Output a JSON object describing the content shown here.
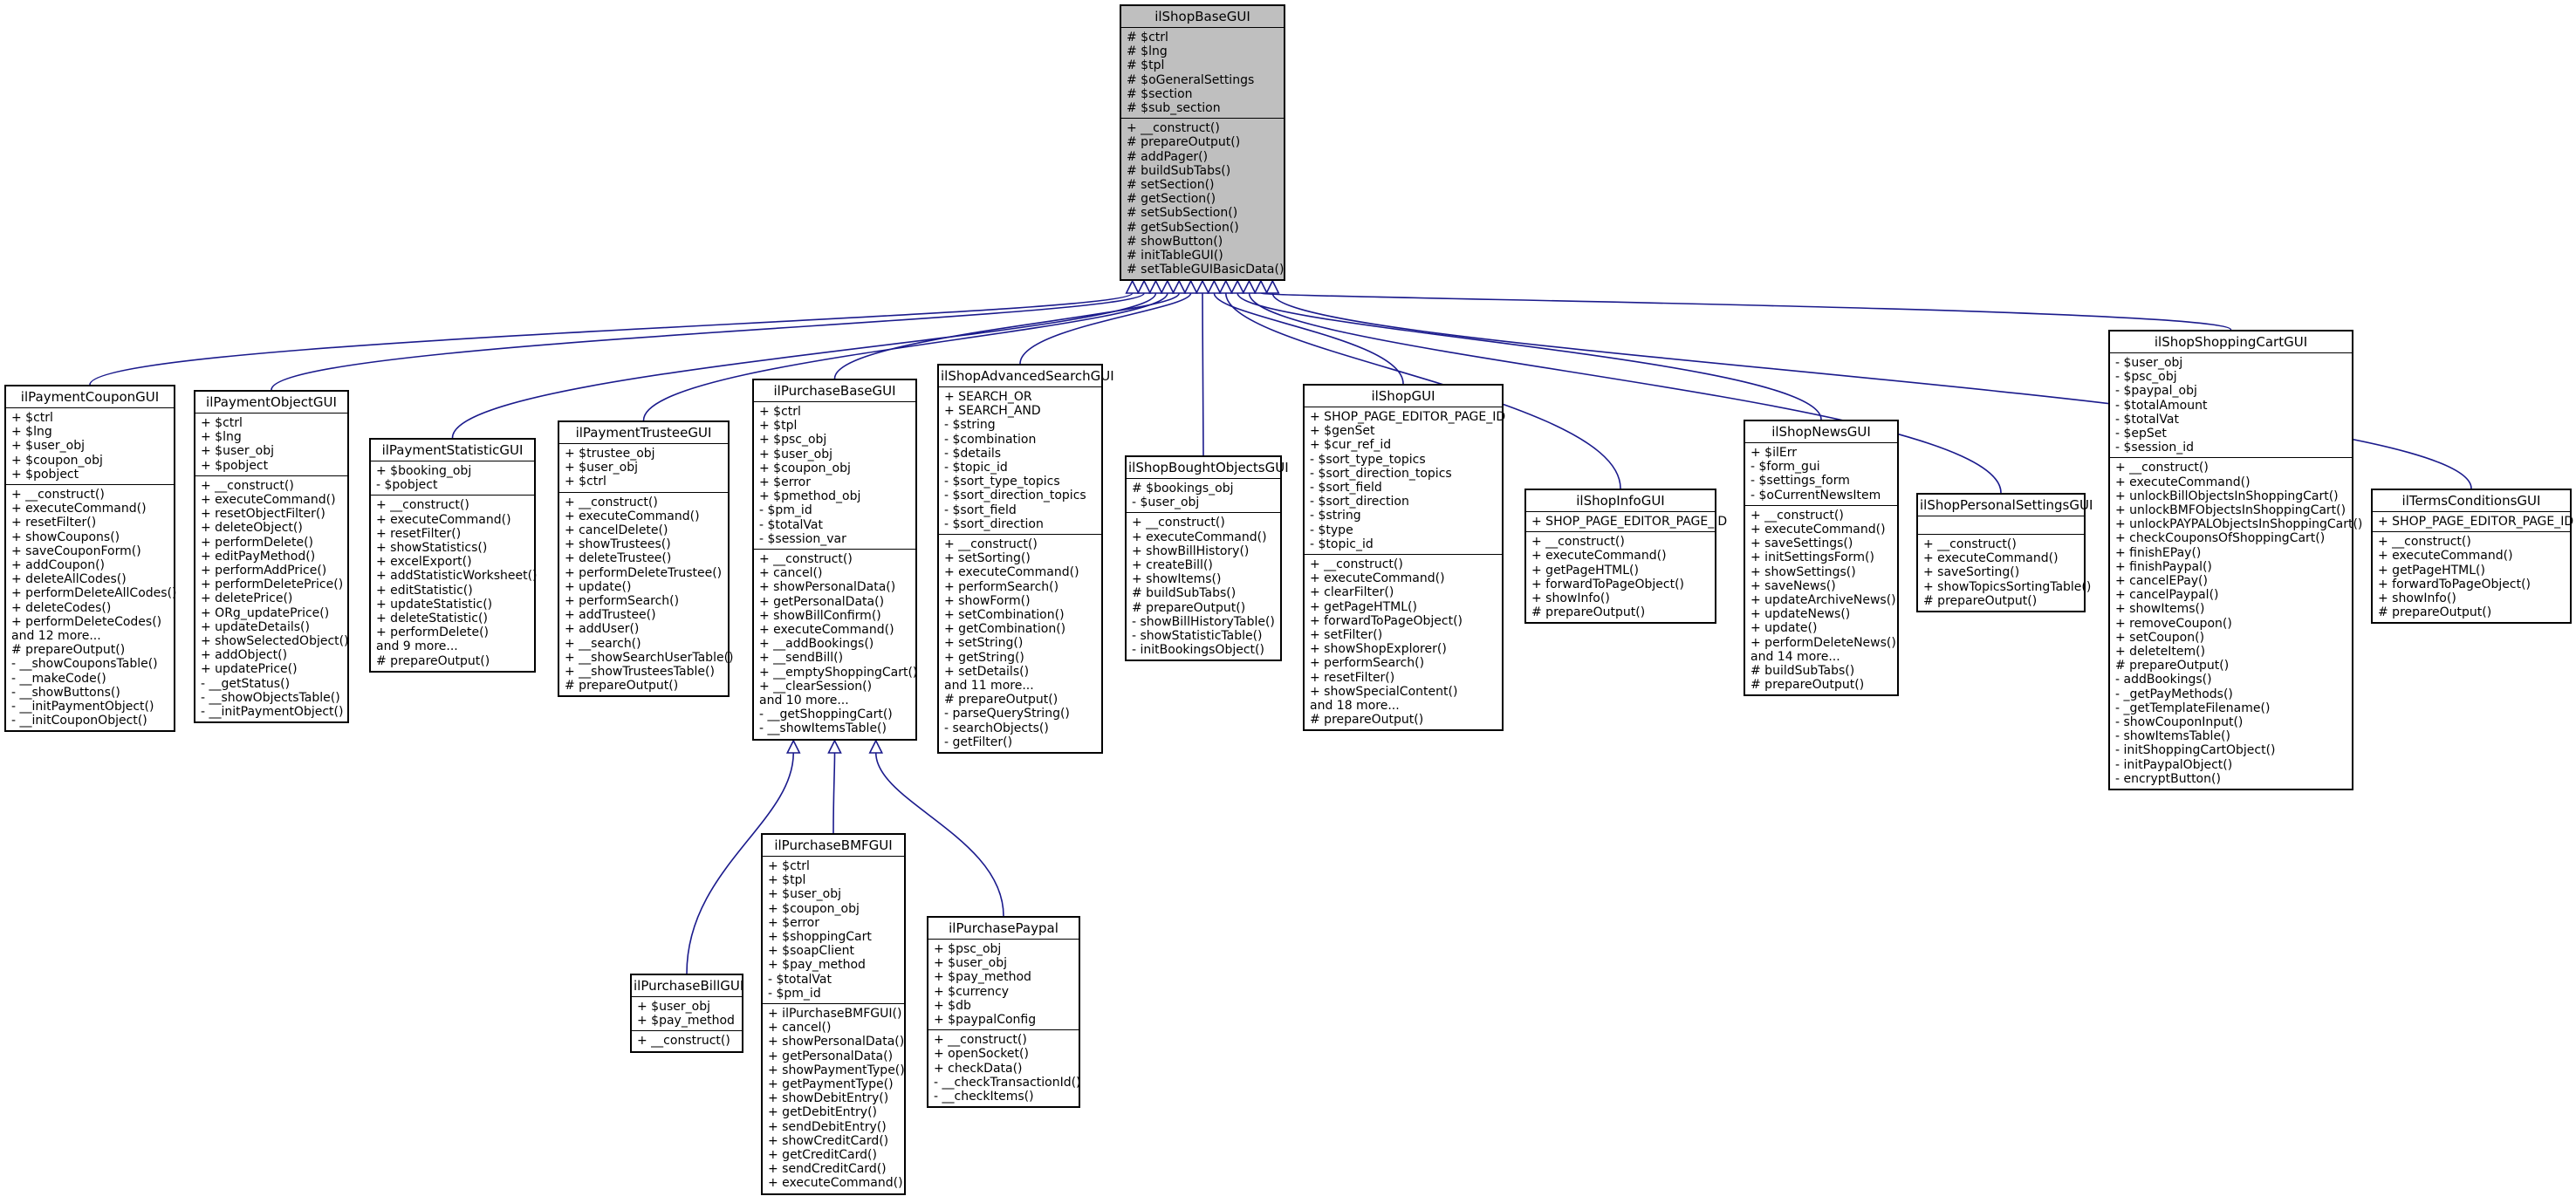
{
  "base": {
    "name": "ilShopBaseGUI",
    "attributes": [
      "# $ctrl",
      "# $lng",
      "# $tpl",
      "# $oGeneralSettings",
      "# $section",
      "# $sub_section"
    ],
    "methods": [
      "+ __construct()",
      "# prepareOutput()",
      "# addPager()",
      "# buildSubTabs()",
      "# setSection()",
      "# getSection()",
      "# setSubSection()",
      "# getSubSection()",
      "# showButton()",
      "# initTableGUI()",
      "# setTableGUIBasicData()"
    ]
  },
  "classes": [
    {
      "id": "paymentCoupon",
      "name": "ilPaymentCouponGUI",
      "parent": "base",
      "attributes": [
        "+ $ctrl",
        "+ $lng",
        "+ $user_obj",
        "+ $coupon_obj",
        "+ $pobject"
      ],
      "methods": [
        "+ __construct()",
        "+ executeCommand()",
        "+ resetFilter()",
        "+ showCoupons()",
        "+ saveCouponForm()",
        "+ addCoupon()",
        "+ deleteAllCodes()",
        "+ performDeleteAllCodes()",
        "+ deleteCodes()",
        "+ performDeleteCodes()",
        "and 12 more...",
        "# prepareOutput()",
        "- __showCouponsTable()",
        "- __makeCode()",
        "- __showButtons()",
        "- __initPaymentObject()",
        "- __initCouponObject()"
      ]
    },
    {
      "id": "paymentObject",
      "name": "ilPaymentObjectGUI",
      "parent": "base",
      "attributes": [
        "+ $ctrl",
        "+ $lng",
        "+ $user_obj",
        "+ $pobject"
      ],
      "methods": [
        "+ __construct()",
        "+ executeCommand()",
        "+ resetObjectFilter()",
        "+ deleteObject()",
        "+ performDelete()",
        "+ editPayMethod()",
        "+ performAddPrice()",
        "+ performDeletePrice()",
        "+ deletePrice()",
        "+ ORg_updatePrice()",
        "+ updateDetails()",
        "+ showSelectedObject()",
        "+ addObject()",
        "+ updatePrice()",
        "- __getStatus()",
        "- __showObjectsTable()",
        "- __initPaymentObject()"
      ]
    },
    {
      "id": "paymentStatistic",
      "name": "ilPaymentStatisticGUI",
      "parent": "base",
      "attributes": [
        "+ $booking_obj",
        "- $pobject"
      ],
      "methods": [
        "+ __construct()",
        "+ executeCommand()",
        "+ resetFilter()",
        "+ showStatistics()",
        "+ excelExport()",
        "+ addStatisticWorksheet()",
        "+ editStatistic()",
        "+ updateStatistic()",
        "+ deleteStatistic()",
        "+ performDelete()",
        "and 9 more...",
        "# prepareOutput()"
      ]
    },
    {
      "id": "paymentTrustee",
      "name": "ilPaymentTrusteeGUI",
      "parent": "base",
      "attributes": [
        "+ $trustee_obj",
        "+ $user_obj",
        "+ $ctrl"
      ],
      "methods": [
        "+ __construct()",
        "+ executeCommand()",
        "+ cancelDelete()",
        "+ showTrustees()",
        "+ deleteTrustee()",
        "+ performDeleteTrustee()",
        "+ update()",
        "+ performSearch()",
        "+ addTrustee()",
        "+ addUser()",
        "+ __search()",
        "+ __showSearchUserTable()",
        "+ __showTrusteesTable()",
        "# prepareOutput()"
      ]
    },
    {
      "id": "purchaseBase",
      "name": "ilPurchaseBaseGUI",
      "parent": "base",
      "attributes": [
        "+ $ctrl",
        "+ $tpl",
        "+ $psc_obj",
        "+ $user_obj",
        "+ $coupon_obj",
        "+ $error",
        "+ $pmethod_obj",
        "- $pm_id",
        "- $totalVat",
        "- $session_var"
      ],
      "methods": [
        "+ __construct()",
        "+ cancel()",
        "+ showPersonalData()",
        "+ getPersonalData()",
        "+ showBillConfirm()",
        "+ executeCommand()",
        "+ __addBookings()",
        "+ __sendBill()",
        "+ __emptyShoppingCart()",
        "+ __clearSession()",
        "and 10 more...",
        "- __getShoppingCart()",
        "- __showItemsTable()"
      ]
    },
    {
      "id": "advancedSearch",
      "name": "ilShopAdvancedSearchGUI",
      "parent": "base",
      "attributes": [
        "+ SEARCH_OR",
        "+ SEARCH_AND",
        "- $string",
        "- $combination",
        "- $details",
        "- $topic_id",
        "- $sort_type_topics",
        "- $sort_direction_topics",
        "- $sort_field",
        "- $sort_direction"
      ],
      "methods": [
        "+ __construct()",
        "+ setSorting()",
        "+ executeCommand()",
        "+ performSearch()",
        "+ showForm()",
        "+ setCombination()",
        "+ getCombination()",
        "+ setString()",
        "+ getString()",
        "+ setDetails()",
        "and 11 more...",
        "# prepareOutput()",
        "- parseQueryString()",
        "- searchObjects()",
        "- getFilter()"
      ]
    },
    {
      "id": "boughtObjects",
      "name": "ilShopBoughtObjectsGUI",
      "parent": "base",
      "attributes": [
        "# $bookings_obj",
        "- $user_obj"
      ],
      "methods": [
        "+ __construct()",
        "+ executeCommand()",
        "+ showBillHistory()",
        "+ createBill()",
        "+ showItems()",
        "# buildSubTabs()",
        "# prepareOutput()",
        "- showBillHistoryTable()",
        "- showStatisticTable()",
        "- initBookingsObject()"
      ]
    },
    {
      "id": "shop",
      "name": "ilShopGUI",
      "parent": "base",
      "attributes": [
        "+ SHOP_PAGE_EDITOR_PAGE_ID",
        "+ $genSet",
        "+ $cur_ref_id",
        "- $sort_type_topics",
        "- $sort_direction_topics",
        "- $sort_field",
        "- $sort_direction",
        "- $string",
        "- $type",
        "- $topic_id"
      ],
      "methods": [
        "+ __construct()",
        "+ executeCommand()",
        "+ clearFilter()",
        "+ getPageHTML()",
        "+ forwardToPageObject()",
        "+ setFilter()",
        "+ showShopExplorer()",
        "+ performSearch()",
        "+ resetFilter()",
        "+ showSpecialContent()",
        "and 18 more...",
        "# prepareOutput()"
      ]
    },
    {
      "id": "shopInfo",
      "name": "ilShopInfoGUI",
      "parent": "base",
      "attributes": [
        "+ SHOP_PAGE_EDITOR_PAGE_ID"
      ],
      "methods": [
        "+ __construct()",
        "+ executeCommand()",
        "+ getPageHTML()",
        "+ forwardToPageObject()",
        "+ showInfo()",
        "# prepareOutput()"
      ]
    },
    {
      "id": "shopNews",
      "name": "ilShopNewsGUI",
      "parent": "base",
      "attributes": [
        "+ $ilErr",
        "- $form_gui",
        "- $settings_form",
        "- $oCurrentNewsItem"
      ],
      "methods": [
        "+ __construct()",
        "+ executeCommand()",
        "+ saveSettings()",
        "+ initSettingsForm()",
        "+ showSettings()",
        "+ saveNews()",
        "+ updateArchiveNews()",
        "+ updateNews()",
        "+ update()",
        "+ performDeleteNews()",
        "and 14 more...",
        "# buildSubTabs()",
        "# prepareOutput()"
      ]
    },
    {
      "id": "personalSettings",
      "name": "ilShopPersonalSettingsGUI",
      "parent": "base",
      "attributes": [],
      "methods": [
        "+ __construct()",
        "+ executeCommand()",
        "+ saveSorting()",
        "+ showTopicsSortingTable()",
        "# prepareOutput()"
      ]
    },
    {
      "id": "shoppingCart",
      "name": "ilShopShoppingCartGUI",
      "parent": "base",
      "attributes": [
        "- $user_obj",
        "- $psc_obj",
        "- $paypal_obj",
        "- $totalAmount",
        "- $totalVat",
        "- $epSet",
        "- $session_id"
      ],
      "methods": [
        "+ __construct()",
        "+ executeCommand()",
        "+ unlockBillObjectsInShoppingCart()",
        "+ unlockBMFObjectsInShoppingCart()",
        "+ unlockPAYPALObjectsInShoppingCart()",
        "+ checkCouponsOfShoppingCart()",
        "+ finishEPay()",
        "+ finishPaypal()",
        "+ cancelEPay()",
        "+ cancelPaypal()",
        "+ showItems()",
        "+ removeCoupon()",
        "+ setCoupon()",
        "+ deleteItem()",
        "# prepareOutput()",
        "- addBookings()",
        "- _getPayMethods()",
        "- _getTemplateFilename()",
        "- showCouponInput()",
        "- showItemsTable()",
        "- initShoppingCartObject()",
        "- initPaypalObject()",
        "- encryptButton()"
      ]
    },
    {
      "id": "termsConditions",
      "name": "ilTermsConditionsGUI",
      "parent": "base",
      "attributes": [
        "+ SHOP_PAGE_EDITOR_PAGE_ID"
      ],
      "methods": [
        "+ __construct()",
        "+ executeCommand()",
        "+ getPageHTML()",
        "+ forwardToPageObject()",
        "+ showInfo()",
        "# prepareOutput()"
      ]
    },
    {
      "id": "purchaseBill",
      "name": "ilPurchaseBillGUI",
      "parent": "purchaseBase",
      "attributes": [
        "+ $user_obj",
        "+ $pay_method"
      ],
      "methods": [
        "+ __construct()"
      ]
    },
    {
      "id": "purchaseBMF",
      "name": "ilPurchaseBMFGUI",
      "parent": "purchaseBase",
      "attributes": [
        "+ $ctrl",
        "+ $tpl",
        "+ $user_obj",
        "+ $coupon_obj",
        "+ $error",
        "+ $shoppingCart",
        "+ $soapClient",
        "+ $pay_method",
        "- $totalVat",
        "- $pm_id"
      ],
      "methods": [
        "+ ilPurchaseBMFGUI()",
        "+ cancel()",
        "+ showPersonalData()",
        "+ getPersonalData()",
        "+ showPaymentType()",
        "+ getPaymentType()",
        "+ showDebitEntry()",
        "+ getDebitEntry()",
        "+ sendDebitEntry()",
        "+ showCreditCard()",
        "+ getCreditCard()",
        "+ sendCreditCard()",
        "+ executeCommand()"
      ]
    },
    {
      "id": "purchasePaypal",
      "name": "ilPurchasePaypal",
      "parent": "purchaseBase",
      "attributes": [
        "+ $psc_obj",
        "+ $user_obj",
        "+ $pay_method",
        "+ $currency",
        "+ $db",
        "+ $paypalConfig"
      ],
      "methods": [
        "+ __construct()",
        "+ openSocket()",
        "+ checkData()",
        "- __checkTransactionId()",
        "- __checkItems()"
      ]
    }
  ]
}
